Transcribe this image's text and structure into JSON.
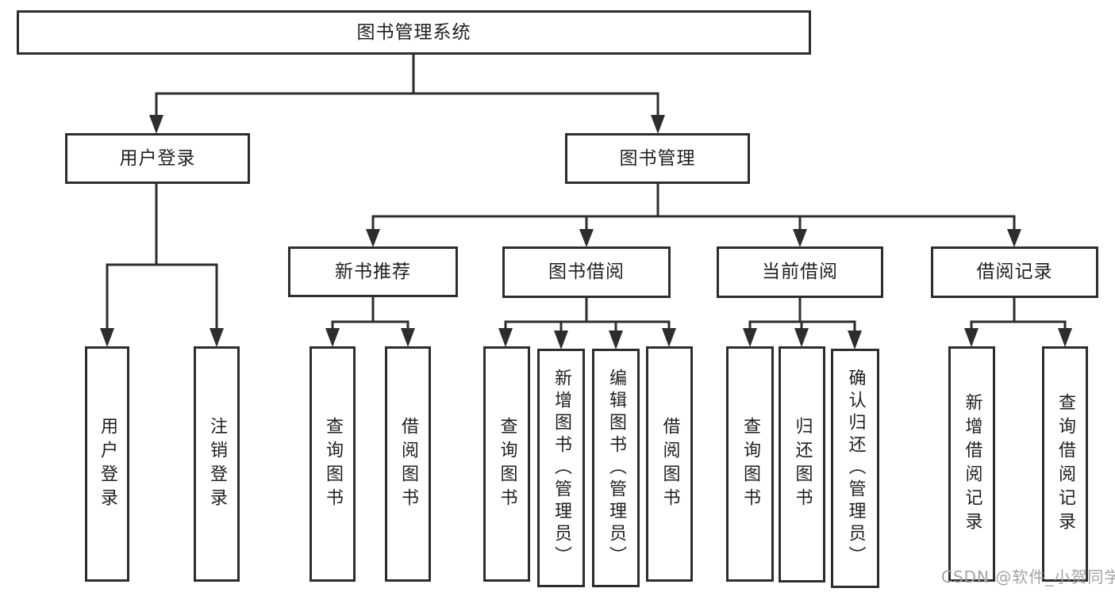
{
  "page": {
    "background_color": "#ffffff",
    "line_color": "#2d2d2d",
    "text_color": "#1f1f1f"
  },
  "diagram": {
    "type": "hierarchy-tree",
    "nodes": {
      "root": "图书管理系统",
      "user_login": "用户登录",
      "book_mgmt": "图书管理",
      "leaf_user_login": "用户登录",
      "leaf_logout": "注销登录",
      "new_book_rec": "新书推荐",
      "book_borrow": "图书借阅",
      "current_borrow": "当前借阅",
      "borrow_record": "借阅记录",
      "nbr_query_book": "查询图书",
      "nbr_borrow_book": "借阅图书",
      "bb_query_book": "查询图书",
      "bb_add_book": "新增图书（管理员）",
      "bb_edit_book": "编辑图书（管理员）",
      "bb_borrow_book": "借阅图书",
      "cb_query_book": "查询图书",
      "cb_return_book": "归还图书",
      "cb_confirm_return": "确认归还（管理员）",
      "br_add_record": "新增借阅记录",
      "br_query_record": "查询借阅记录"
    },
    "hierarchy": {
      "图书管理系统": {
        "用户登录": [
          "用户登录",
          "注销登录"
        ],
        "图书管理": {
          "新书推荐": [
            "查询图书",
            "借阅图书"
          ],
          "图书借阅": [
            "查询图书",
            "新增图书（管理员）",
            "编辑图书（管理员）",
            "借阅图书"
          ],
          "当前借阅": [
            "查询图书",
            "归还图书",
            "确认归还（管理员）"
          ],
          "借阅记录": [
            "新增借阅记录",
            "查询借阅记录"
          ]
        }
      }
    }
  },
  "watermark": {
    "text": "CSDN @软件_小贺同学",
    "color": "#a3a3a3"
  }
}
